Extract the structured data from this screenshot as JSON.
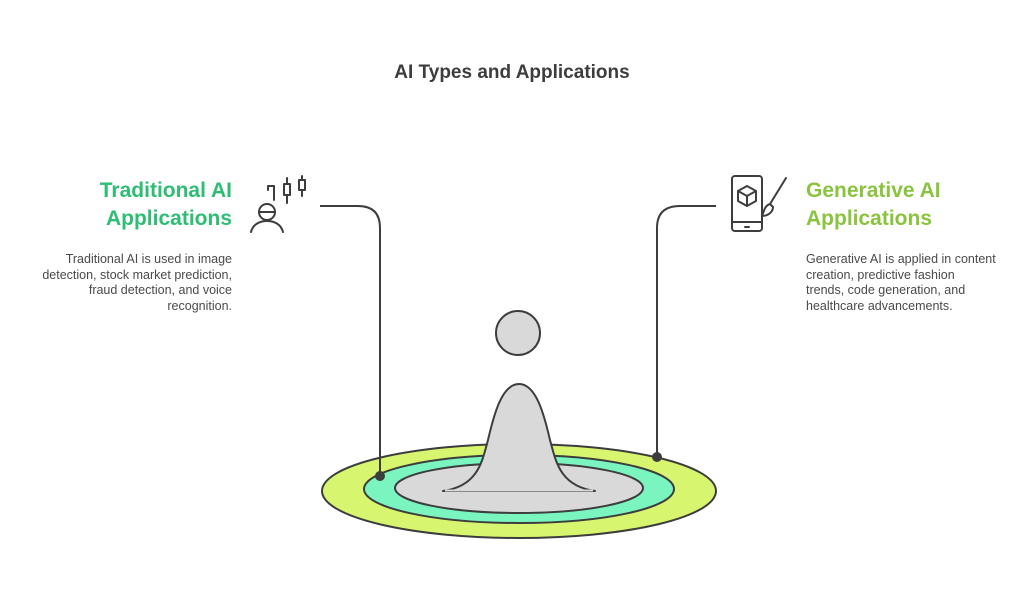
{
  "title": "AI Types and Applications",
  "left": {
    "heading_line1": "Traditional AI",
    "heading_line2": "Applications",
    "description": "Traditional AI is used in image detection, stock market prediction, fraud detection, and voice recognition.",
    "icon": "person-candlestick-chart-icon",
    "color": "#2ebd74"
  },
  "right": {
    "heading_line1": "Generative AI",
    "heading_line2": "Applications",
    "description": "Generative AI is applied in content creation, predictive fashion trends, code generation, and healthcare advancements.",
    "icon": "phone-cube-paintbrush-icon",
    "color": "#8ac43f"
  },
  "colors": {
    "outer_ring": "#d7f56e",
    "middle_ring": "#7bf5c0",
    "inner_disc": "#d9d9d9",
    "stroke": "#3d3d3d"
  }
}
